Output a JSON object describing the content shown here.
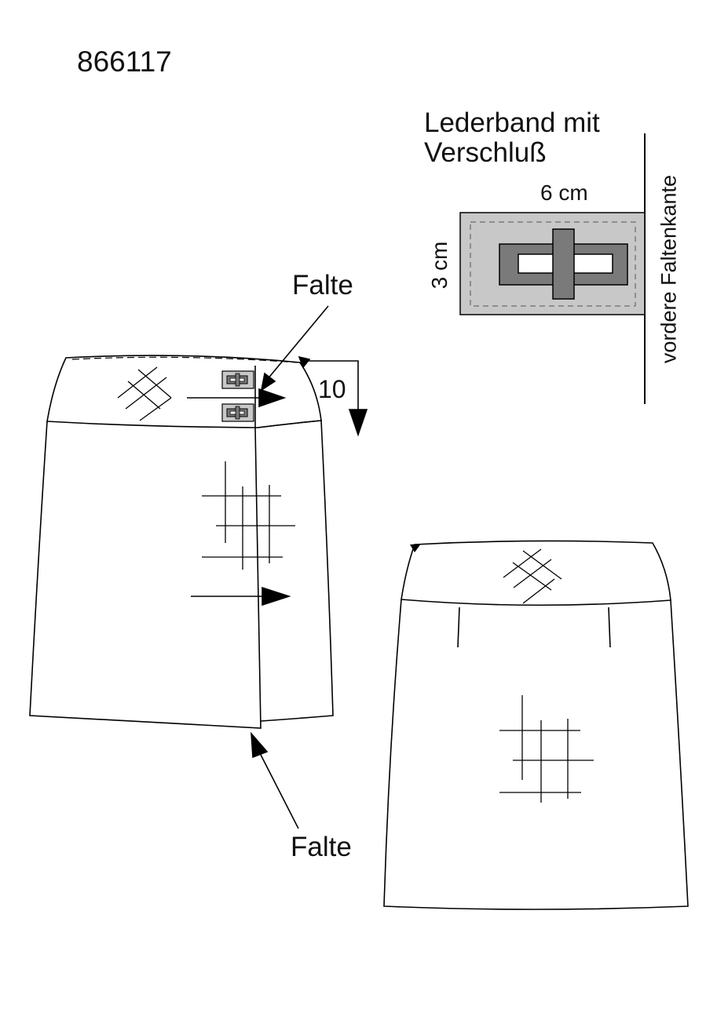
{
  "header": {
    "model_number": "866117"
  },
  "leather_strap": {
    "title_line1": "Lederband mit",
    "title_line2": "Verschluß",
    "width_label": "6 cm",
    "height_label": "3 cm",
    "fold_edge_label": "vordere Faltenkante",
    "colors": {
      "strap": "#c8c8c8",
      "buckle": "#7a7a7a"
    }
  },
  "front_view": {
    "fold_label_top": "Falte",
    "fold_label_bottom": "Falte",
    "measurement": "10"
  }
}
